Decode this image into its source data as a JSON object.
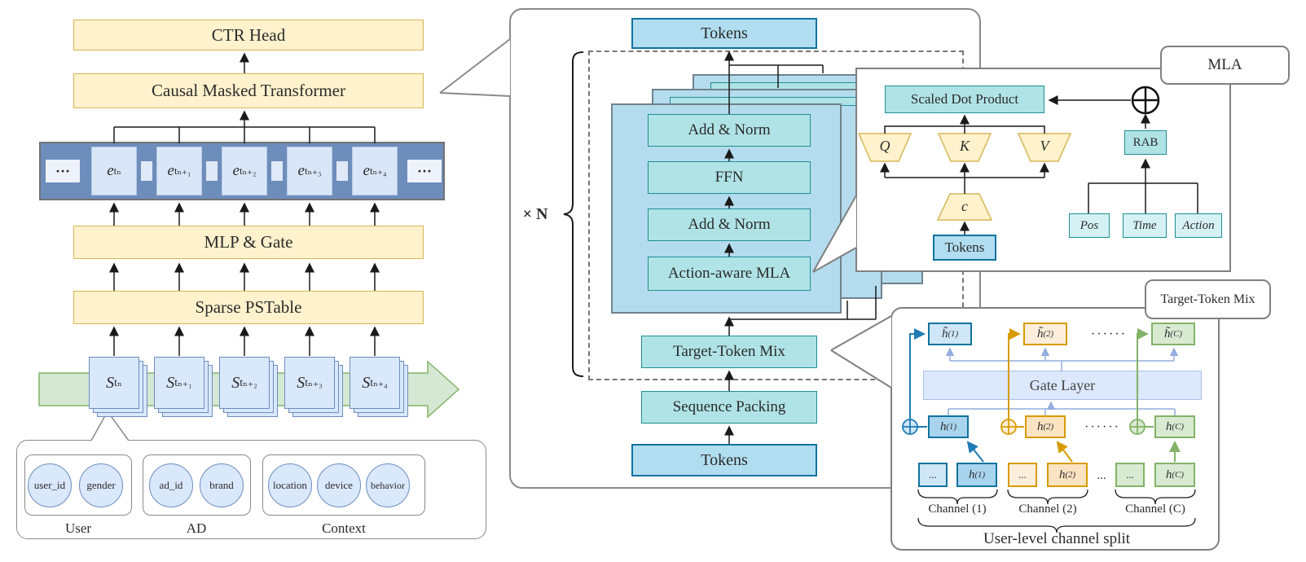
{
  "colors": {
    "yellow_fill": "#fff2cc",
    "yellow_border": "#d6b656",
    "teal_fill": "#b0e3e6",
    "teal_border": "#1d8f94",
    "token_fill": "#b1ddf0",
    "token_border": "#10739e",
    "band_fill": "#6d8dbb",
    "green_fill": "#d5e8d4",
    "green_border": "#82b366",
    "channel_blue": "#1f7bb6",
    "channel_orange": "#d79b00",
    "channel_green": "#82b366",
    "gate_fill": "#dce8fb",
    "connector_periwinkle": "#93aede"
  },
  "left": {
    "ctr_head": "CTR Head",
    "transformer": "Causal Masked Transformer",
    "mlp_gate": "MLP & Gate",
    "pstable": "Sparse PSTable",
    "band_dots": "···",
    "embeddings": [
      {
        "base": "e",
        "sub": "tₙ"
      },
      {
        "base": "e",
        "sub": "tₙ₊₁"
      },
      {
        "base": "e",
        "sub": "tₙ₊₂"
      },
      {
        "base": "e",
        "sub": "tₙ₊₃"
      },
      {
        "base": "e",
        "sub": "tₙ₊₄"
      }
    ],
    "sequence_items": [
      {
        "base": "S",
        "sub": "tₙ"
      },
      {
        "base": "S",
        "sub": "tₙ₊₁"
      },
      {
        "base": "S",
        "sub": "tₙ₊₂"
      },
      {
        "base": "S",
        "sub": "tₙ₊₃"
      },
      {
        "base": "S",
        "sub": "tₙ₊₄"
      }
    ],
    "feature_groups": [
      {
        "label": "User",
        "fields": [
          "user_id",
          "gender"
        ]
      },
      {
        "label": "AD",
        "fields": [
          "ad_id",
          "brand"
        ]
      },
      {
        "label": "Context",
        "fields": [
          "location",
          "device",
          "behavior"
        ]
      }
    ]
  },
  "middle": {
    "tokens_top": "Tokens",
    "repeat_label": "× N",
    "encoder_layers": [
      "Add & Norm",
      "FFN",
      "Add & Norm",
      "Action-aware MLA"
    ],
    "target_token_mix": "Target-Token Mix",
    "sequence_packing": "Sequence Packing",
    "tokens_bottom": "Tokens"
  },
  "mla": {
    "title": "MLA",
    "scaled_dot_product": "Scaled Dot Product",
    "q": "Q",
    "k": "K",
    "v": "V",
    "c": "c",
    "tokens": "Tokens",
    "rab": "RAB",
    "pos": "Pos",
    "time": "Time",
    "action": "Action"
  },
  "mix": {
    "title": "Target-Token Mix",
    "gate_layer": "Gate Layer",
    "dots_wide": "······",
    "dots_small": "...",
    "box_dots": "...",
    "channels": [
      {
        "tilde_h": "h̃",
        "h": "h",
        "sup": "(1)",
        "label": "Channel (1)"
      },
      {
        "tilde_h": "h̃",
        "h": "h",
        "sup": "(2)",
        "label": "Channel (2)"
      },
      {
        "tilde_h": "h̃",
        "h": "h",
        "sup": "(C)",
        "label": "Channel (C)"
      }
    ],
    "caption": "User-level channel split"
  }
}
